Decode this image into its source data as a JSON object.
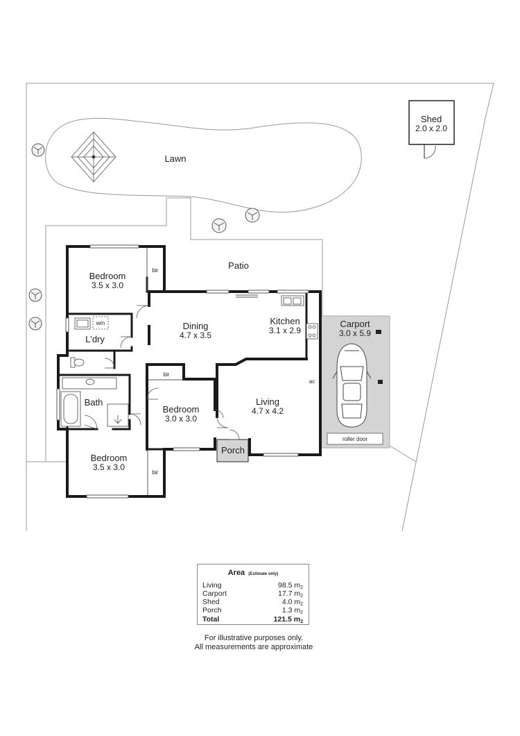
{
  "rooms": {
    "lawn": {
      "name": "Lawn"
    },
    "shed": {
      "name": "Shed",
      "size": "2.0 x 2.0"
    },
    "patio": {
      "name": "Patio"
    },
    "bedroom_top": {
      "name": "Bedroom",
      "size": "3.5 x 3.0"
    },
    "laundry": {
      "name": "L'dry"
    },
    "dining": {
      "name": "Dining",
      "size": "4.7 x 3.5"
    },
    "kitchen": {
      "name": "Kitchen",
      "size": "3.1 x 2.9"
    },
    "carport": {
      "name": "Carport",
      "size": "3.0 x 5.9"
    },
    "bath": {
      "name": "Bath"
    },
    "bedroom_mid": {
      "name": "Bedroom",
      "size": "3.0 x 3.0"
    },
    "living": {
      "name": "Living",
      "size": "4.7 x 4.2"
    },
    "porch": {
      "name": "Porch"
    },
    "bedroom_bottom": {
      "name": "Bedroom",
      "size": "3.5 x 3.0"
    }
  },
  "labels": {
    "bir": "bir",
    "wm": "wm",
    "ac": "ac",
    "roller_door": "roller door"
  },
  "area_table": {
    "title": "Area",
    "note": "(Estimate only)",
    "unit": "m",
    "unit_sub": "2",
    "rows": [
      {
        "name": "Living",
        "value": "98.5"
      },
      {
        "name": "Carport",
        "value": "17.7"
      },
      {
        "name": "Shed",
        "value": "4.0"
      },
      {
        "name": "Porch",
        "value": "1.3"
      }
    ],
    "total": {
      "name": "Total",
      "value": "121.5"
    }
  },
  "disclaimer": {
    "line1": "For illustrative purposes only.",
    "line2": "All measurements are approximate"
  }
}
